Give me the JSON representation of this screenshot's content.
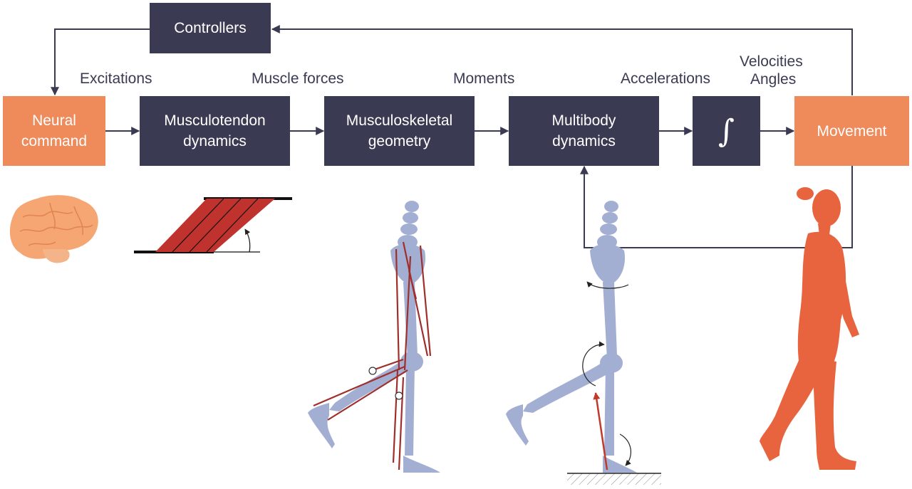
{
  "boxes": {
    "controllers": "Controllers",
    "neural_command": [
      "Neural",
      "command"
    ],
    "musculotendon": [
      "Musculotendon",
      "dynamics"
    ],
    "musculoskeletal": [
      "Musculoskeletal",
      "geometry"
    ],
    "multibody": [
      "Multibody",
      "dynamics"
    ],
    "integrator_symbol": "∫",
    "movement": "Movement"
  },
  "labels": {
    "excitations": "Excitations",
    "muscle_forces": "Muscle forces",
    "moments": "Moments",
    "accelerations": "Accelerations",
    "velocities": "Velocities",
    "angles": "Angles"
  },
  "colors": {
    "box_dark": "#3a3a53",
    "box_orange": "#ef8a5a",
    "arrow": "#3a3a53",
    "muscle_red": "#a8322e",
    "bone_blue": "#a3aed3",
    "brain": "#f5a673",
    "silhouette": "#e8643f"
  },
  "icons": [
    "brain-icon",
    "muscle-fiber-icon",
    "skeleton-muscles-icon",
    "skeleton-torques-icon",
    "walking-person-icon"
  ]
}
